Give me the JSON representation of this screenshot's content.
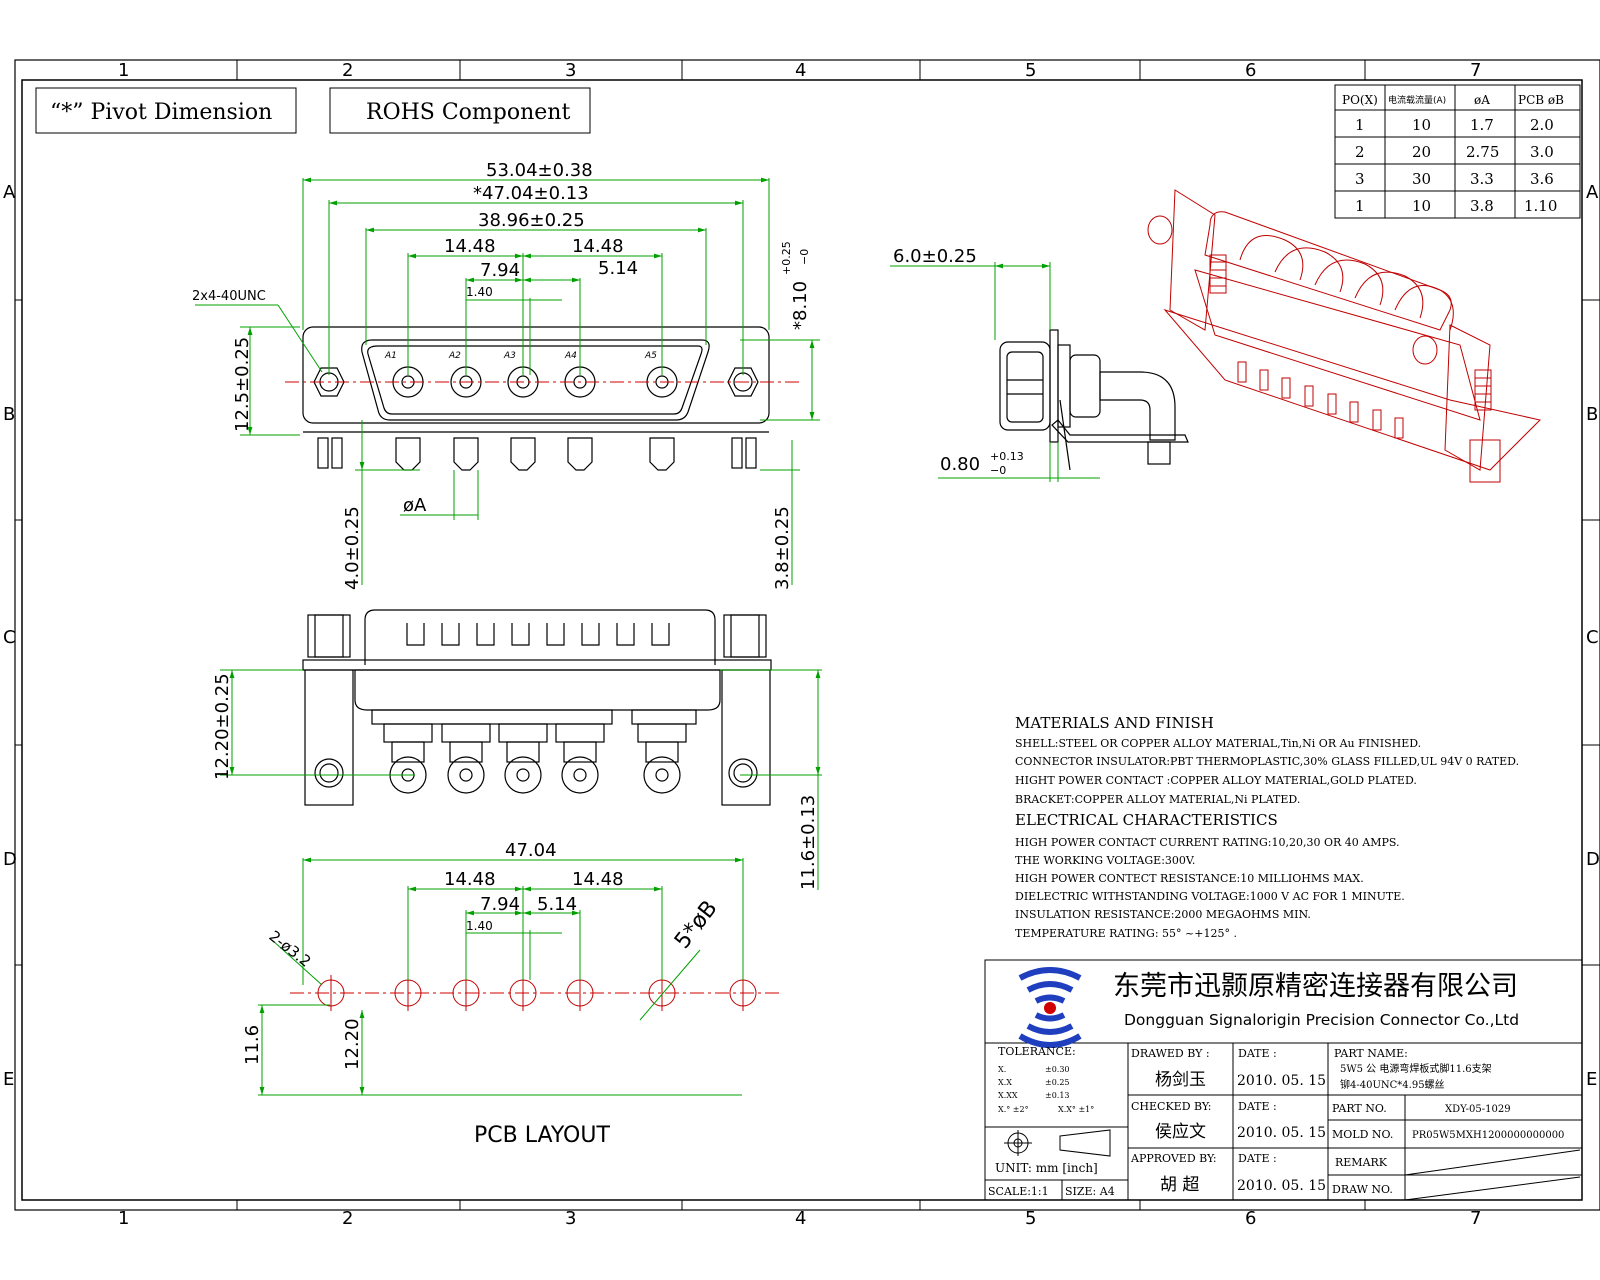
{
  "zones": {
    "cols": [
      "1",
      "2",
      "3",
      "4",
      "5",
      "6",
      "7"
    ],
    "rows": [
      "A",
      "B",
      "C",
      "D",
      "E"
    ]
  },
  "header_boxes": {
    "pivot": "“*” Pivot Dimension",
    "rohs": "ROHS Component"
  },
  "top_view": {
    "overall": "53.04±0.38",
    "pivot": "*47.04±0.13",
    "shell": "38.96±0.25",
    "pitch_left": "14.48",
    "pitch_right": "14.48",
    "inner_left": "7.94",
    "inner_right": "5.14",
    "offset": "1.40",
    "thread": "2x4-40UNC",
    "height": "12.5±0.25",
    "depth": "*8.10",
    "depth_tol_plus": "+0.25",
    "depth_tol_minus": "−0",
    "pin_len_left": "4.0±0.25",
    "pin_len_right": "3.8±0.25",
    "pin_dia": "øA",
    "pin_labels": [
      "A1",
      "A2",
      "A3",
      "A4",
      "A5"
    ]
  },
  "side_view": {
    "width": "6.0±0.25",
    "thickness": "0.80",
    "tol_plus": "+0.13",
    "tol_minus": "−0"
  },
  "front_view": {
    "left_height": "12.20±0.25",
    "right_height": "11.6±0.13"
  },
  "pcb_layout": {
    "title": "PCB LAYOUT",
    "overall": "47.04",
    "pitch_left": "14.48",
    "pitch_right": "14.48",
    "inner_left": "7.94",
    "inner_right": "5.14",
    "offset": "1.40",
    "mount_hole": "2-ø3.2",
    "contact_hole": "5*øB",
    "h1": "11.6",
    "h2": "12.20"
  },
  "rating_table": {
    "headers": [
      "PO(X)",
      "电流载流量(A)",
      "øA",
      "PCB øB"
    ],
    "rows": [
      [
        "1",
        "10",
        "1.7",
        "2.0"
      ],
      [
        "2",
        "20",
        "2.75",
        "3.0"
      ],
      [
        "3",
        "30",
        "3.3",
        "3.6"
      ],
      [
        "1",
        "10",
        "3.8",
        "1.10"
      ]
    ]
  },
  "materials": {
    "heading1": "MATERIALS AND FINISH",
    "lines1": [
      "SHELL:STEEL OR COPPER ALLOY MATERIAL,Tin,Ni OR Au FINISHED.",
      "CONNECTOR INSULATOR:PBT THERMOPLASTIC,30% GLASS FILLED,UL 94V 0 RATED.",
      "HIGHT POWER CONTACT :COPPER ALLOY MATERIAL,GOLD PLATED.",
      "BRACKET:COPPER ALLOY MATERIAL,Ni PLATED."
    ],
    "heading2": "ELECTRICAL CHARACTERISTICS",
    "lines2": [
      "HIGH POWER CONTACT CURRENT RATING:10,20,30 OR 40 AMPS.",
      "THE WORKING VOLTAGE:300V.",
      "HIGH POWER CONTECT RESISTANCE:10 MILLIOHMS MAX.",
      "DIELECTRIC WITHSTANDING VOLTAGE:1000 V AC FOR 1 MINUTE.",
      "INSULATION RESISTANCE:2000 MEGAOHMS MIN.",
      "TEMPERATURE RATING: 55° ~+125° ."
    ]
  },
  "title_block": {
    "company_cn": "东莞市迅颢原精密连接器有限公司",
    "company_en": "Dongguan Signalorigin Precision Connector Co.,Ltd",
    "tolerance_label": "TOLERANCE:",
    "tolerance_rows": [
      [
        "X.",
        "±0.30"
      ],
      [
        "X.X",
        "±0.25"
      ],
      [
        "X.XX",
        "±0.13"
      ],
      [
        "X.°  ±2°",
        "X.X° ±1°"
      ]
    ],
    "unit": "UNIT: mm [inch]",
    "scale": "SCALE:1:1",
    "size": "SIZE: A4",
    "drawn_by_label": "DRAWED BY :",
    "drawn_by": "杨剑玉",
    "checked_by_label": "CHECKED BY:",
    "checked_by": "侯应文",
    "approved_by_label": "APPROVED BY:",
    "approved_by": "胡 超",
    "date_label": "DATE :",
    "date1": "2010. 05. 15",
    "date2": "2010. 05. 15",
    "date3": "2010. 05. 15",
    "part_name_label": "PART NAME:",
    "part_name_1": "5W5 公 电源弯焊板式脚11.6支架",
    "part_name_2": "铆4-40UNC*4.95螺丝",
    "part_no_label": "PART NO.",
    "part_no": "XDY-05-1029",
    "mold_no_label": "MOLD NO.",
    "mold_no": "PR05W5MXH1200000000000",
    "remark_label": "REMARK",
    "draw_no_label": "DRAW NO."
  }
}
